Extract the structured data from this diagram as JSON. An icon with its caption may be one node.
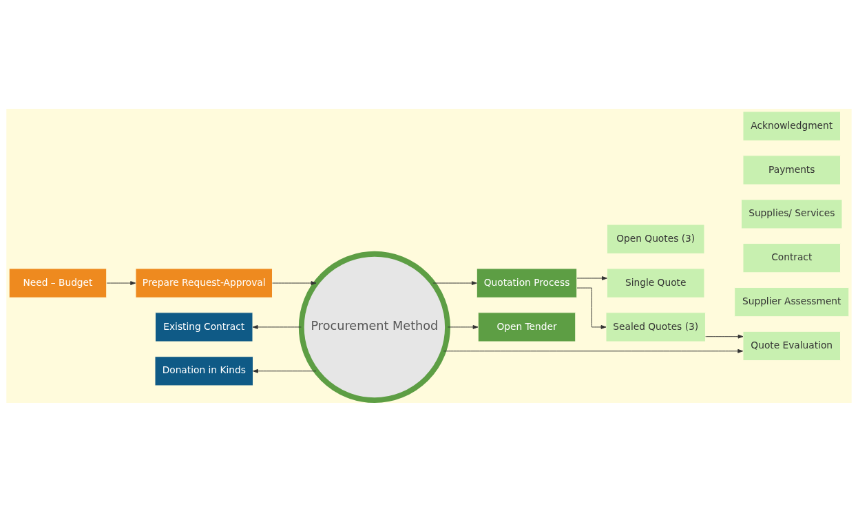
{
  "diagram": {
    "nodes": [
      {
        "text": [
          "Need – Budget"
        ]
      },
      {
        "text": [
          "Prepare Request-Approval"
        ]
      },
      {
        "text": [
          "Procurement Method"
        ]
      },
      {
        "text": [
          "Existing Contract"
        ]
      },
      {
        "text": [
          "Donation in Kinds"
        ]
      },
      {
        "text": [
          "Quotation Process"
        ]
      },
      {
        "text": [
          "Open Tender"
        ]
      },
      {
        "text": [
          "Single Quote"
        ]
      },
      {
        "text": [
          "Open Quotes (3)"
        ]
      },
      {
        "text": [
          "Sealed Quotes (3)"
        ]
      },
      {
        "text": [
          "Quote Evaluation"
        ]
      },
      {
        "text": [
          "Supplier Assessment"
        ]
      },
      {
        "text": [
          "Contract"
        ]
      },
      {
        "text": [
          "Supplies/ Services"
        ]
      },
      {
        "text": [
          "Payments"
        ]
      },
      {
        "text": [
          "Acknowledgment"
        ]
      }
    ],
    "edges": [
      {
        "from": 0,
        "to": 1,
        "arrow": "to"
      },
      {
        "from": 1,
        "to": 2,
        "arrow": "to"
      },
      {
        "from": 2,
        "to": 3,
        "arrow": "to"
      },
      {
        "from": 2,
        "to": 4,
        "arrow": "to"
      },
      {
        "from": 2,
        "to": 5,
        "arrow": "to"
      },
      {
        "from": 2,
        "to": 6,
        "arrow": "to"
      },
      {
        "from": 5,
        "to": 7,
        "arrow": "to"
      },
      {
        "from": 5,
        "to": 9,
        "arrow": "to"
      },
      {
        "from": 2,
        "to": 10,
        "arrow": "to"
      },
      {
        "from": 9,
        "to": 10,
        "arrow": "to"
      }
    ]
  }
}
